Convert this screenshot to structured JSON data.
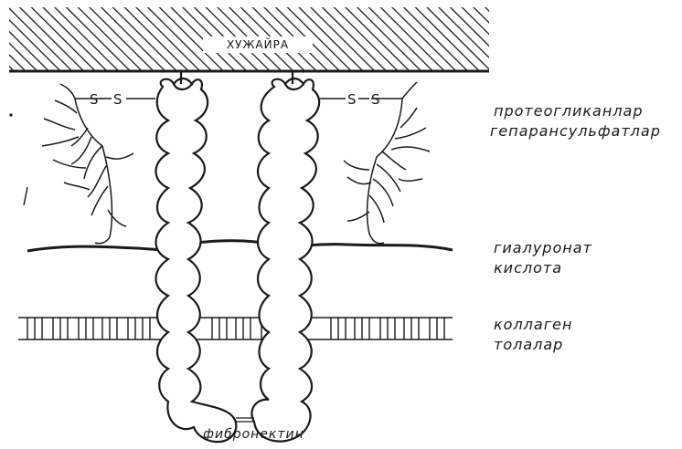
{
  "labels": {
    "cell": "ХУЖАЙРА",
    "proteoglycans_line1": "протеогликанлар",
    "proteoglycans_line2": "гепарансульфатлар",
    "hyaluronate_line1": "гиалуронат",
    "hyaluronate_line2": "кислота",
    "collagen_line1": "коллаген",
    "collagen_line2": "толалар",
    "fibronectin": "фибронектин",
    "disulfide_s": "S"
  },
  "colors": {
    "ink": "#1a1a1a",
    "background": "#ffffff"
  }
}
